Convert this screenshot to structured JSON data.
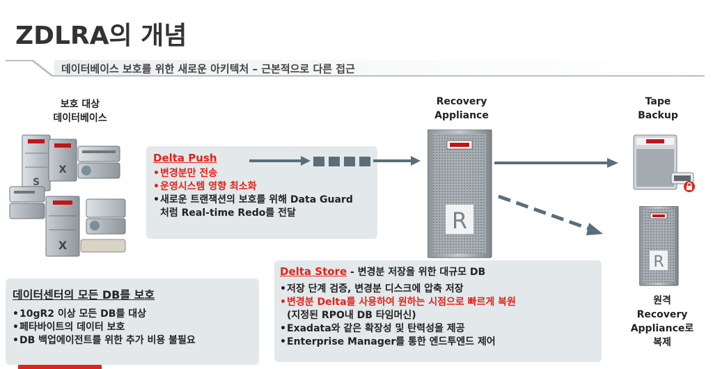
{
  "title": "ZDLRA의 개념",
  "subtitle": "데이터베이스 보호를 위한 새로운 아키텍처 – 근본적으로 다른 접근",
  "labels": {
    "source_db": [
      "보호 대상",
      "데이터베이스"
    ],
    "recovery_appliance": [
      "Recovery",
      "Appliance"
    ],
    "tape_backup": [
      "Tape",
      "Backup"
    ],
    "remote_replica": [
      "원격",
      "Recovery",
      "Appliance로",
      "복제"
    ]
  },
  "delta_push": {
    "heading": "Delta Push",
    "bullets": [
      {
        "text": "변경분만 전송",
        "highlight": true
      },
      {
        "text": "운영시스템 영향 최소화",
        "highlight": true
      },
      {
        "text": "새로운 트랜잭션의 보호를 위해 Data Guard",
        "highlight": false
      }
    ],
    "continuation": "처럼 Real-time Redo를 전달"
  },
  "delta_store": {
    "heading": "Delta Store",
    "heading_suffix": " - 변경분 저장을 위한 대규모 DB",
    "bullets": [
      {
        "text": "저장 단계 검증, 변경분 디스크에 압축 저장",
        "highlight": false
      },
      {
        "text": "변경분 Delta를 사용하여 원하는 시점으로 빠르게 복원",
        "highlight": true
      },
      {
        "text": "(지정된 RPO내 DB 타임머신)",
        "highlight": false,
        "indent": true
      },
      {
        "text": "Exadata와 같은 확장성 및 탄력성을 제공",
        "highlight": false
      },
      {
        "text": "Enterprise Manager를 통한 엔드투엔드 제어",
        "highlight": false
      }
    ]
  },
  "datacenter": {
    "heading": "데이터센터의 모든 DB를 보호",
    "bullets": [
      "10gR2 이상 모든 DB를 대상",
      "페타바이트의 데이터 보호",
      "DB 백업에이전트를 위한 추가 비용 불필요"
    ]
  },
  "appliance_letter": "R",
  "server_letters": [
    "S",
    "X"
  ],
  "colors": {
    "accent_red": "#e2231a",
    "panel_bg": "#e3e8ea",
    "arrow_slate": "#5a6e7a"
  },
  "icons": [
    "server-icon",
    "storage-icon",
    "rack-icon",
    "tape-drive-icon",
    "lock-icon"
  ]
}
